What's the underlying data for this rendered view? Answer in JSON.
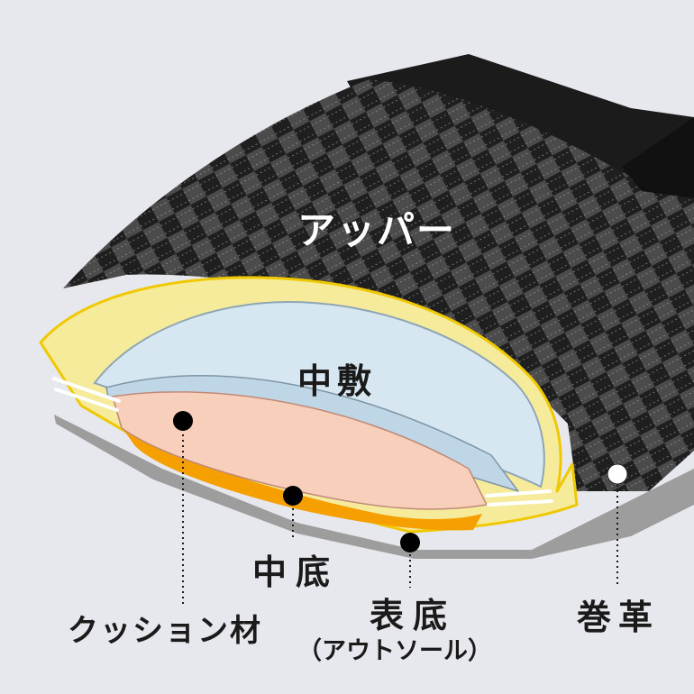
{
  "labels": {
    "upper": "アッパー",
    "insole": "中敷",
    "midsole": "中底",
    "cushion": "クッション材",
    "outsole": "表底",
    "outsole_sub": "（アウトソール）",
    "wrap_leather": "巻革"
  },
  "colors": {
    "background": "#e6e8ee",
    "upper_fabric": "#2b2b2b",
    "binding": "#f5eb9a",
    "binding_outline": "#f0c800",
    "insole": "#d7e7f2",
    "cushion": "#f8cfbb",
    "midsole": "#f5a000",
    "outsole": "#9d9d9d",
    "marker_dark": "#000000",
    "marker_light": "#ffffff"
  }
}
